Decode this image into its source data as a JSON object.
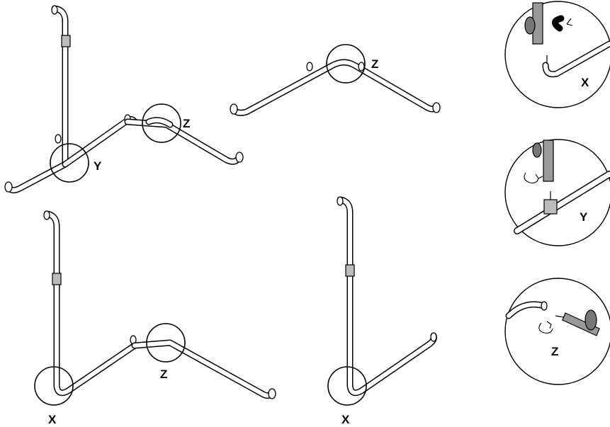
{
  "labels": {
    "z_top_center": "Z",
    "z_top_left": "Z",
    "y_top_left": "Y",
    "z_bottom_left": "Z",
    "x_bottom_left": "X",
    "x_bottom_center": "X",
    "detail_x": "X",
    "detail_y": "Y",
    "detail_z": "Z"
  }
}
